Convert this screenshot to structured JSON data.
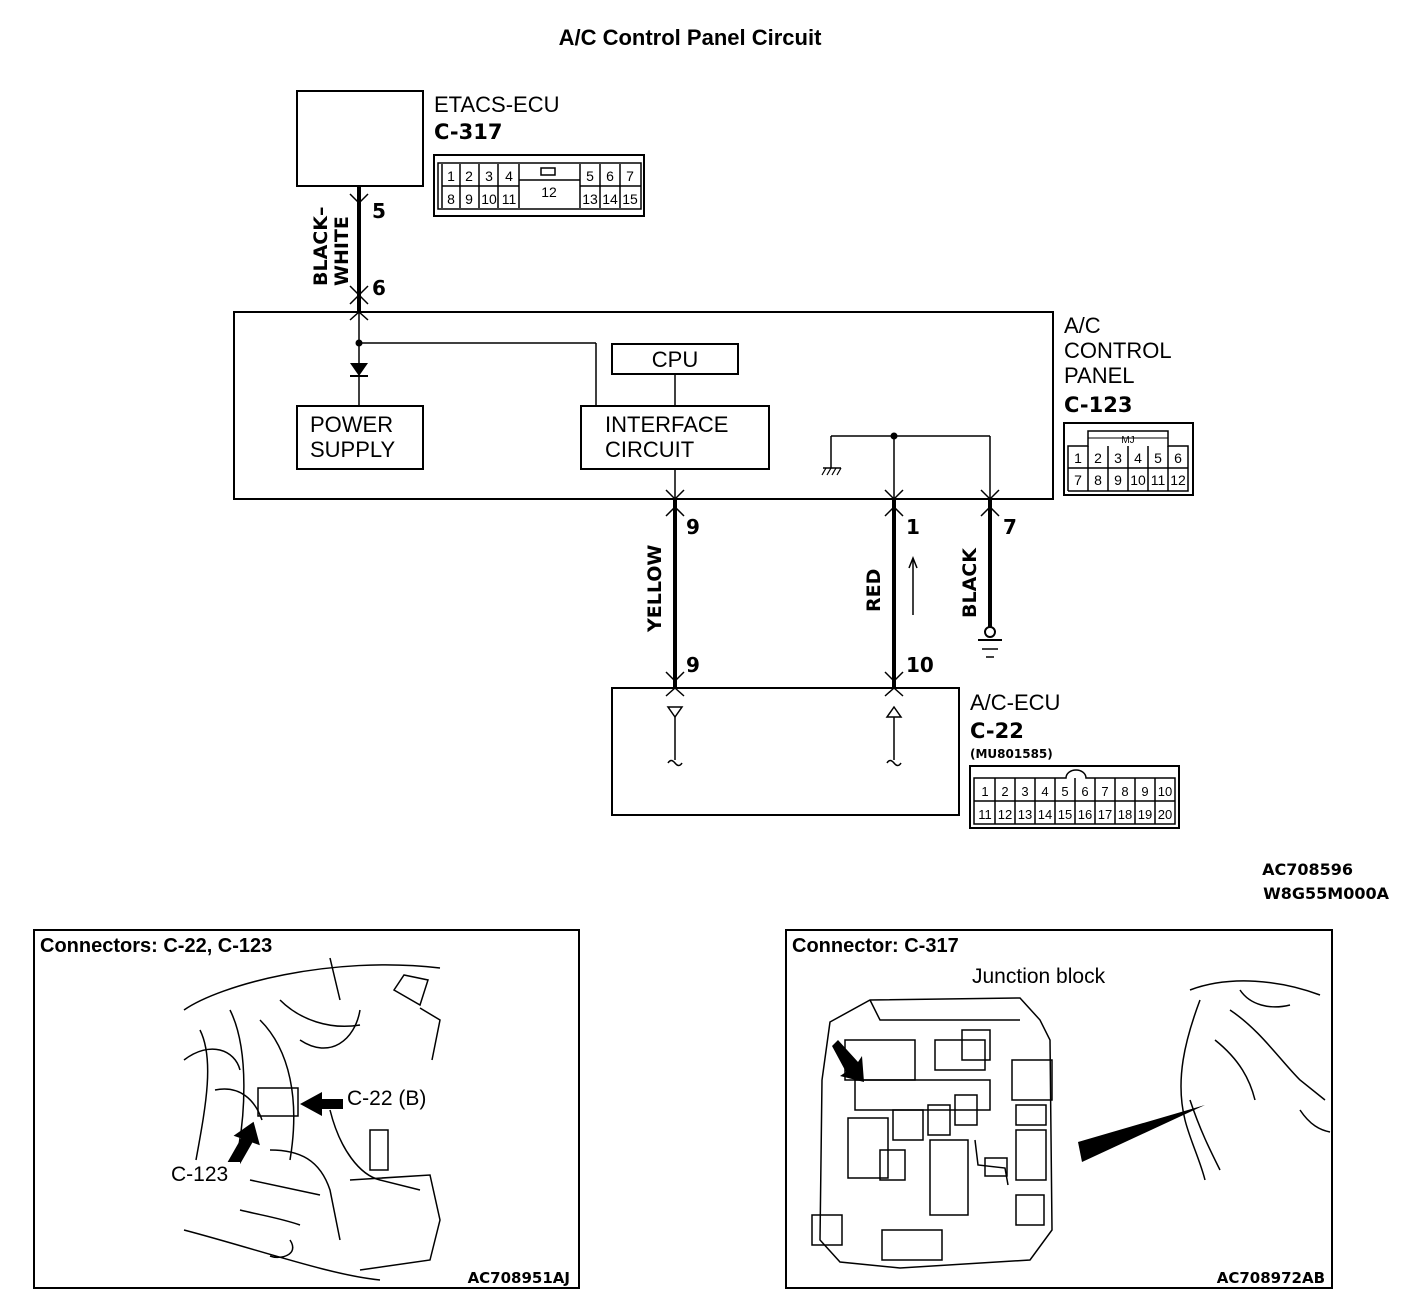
{
  "title": "A/C Control Panel Circuit",
  "etacs": {
    "name": "ETACS-ECU",
    "connector": "C-317",
    "pins_top": [
      "1",
      "2",
      "3",
      "4",
      "5",
      "6",
      "7"
    ],
    "pins_bottom": [
      "8",
      "9",
      "10",
      "11",
      "13",
      "14",
      "15"
    ],
    "pin_center": "12"
  },
  "acpanel": {
    "name_line1": "A/C",
    "name_line2": "CONTROL",
    "name_line3": "PANEL",
    "connector": "C-123",
    "lock_label": "MJ",
    "pins_top": [
      "1",
      "2",
      "3",
      "4",
      "5",
      "6"
    ],
    "pins_bottom": [
      "7",
      "8",
      "9",
      "10",
      "11",
      "12"
    ],
    "blocks": {
      "cpu": "CPU",
      "power_supply_1": "POWER",
      "power_supply_2": "SUPPLY",
      "interface_1": "INTERFACE",
      "interface_2": "CIRCUIT"
    }
  },
  "acecu": {
    "name": "A/C-ECU",
    "connector": "C-22",
    "part_no": "(MU801585)",
    "pins_top": [
      "1",
      "2",
      "3",
      "4",
      "5",
      "6",
      "7",
      "8",
      "9",
      "10"
    ],
    "pins_bottom": [
      "11",
      "12",
      "13",
      "14",
      "15",
      "16",
      "17",
      "18",
      "19",
      "20"
    ]
  },
  "wires": {
    "w1": {
      "color": "BLACK–\nWHITE",
      "color_line1": "BLACK–",
      "color_line2": "WHITE",
      "pin_top": "5",
      "pin_bottom": "6"
    },
    "w2": {
      "color": "YELLOW",
      "pin_top": "9",
      "pin_bottom": "9"
    },
    "w3": {
      "color": "RED",
      "pin_top": "1",
      "pin_bottom": "10"
    },
    "w4": {
      "color": "BLACK",
      "pin_top": "7"
    }
  },
  "figure_codes": {
    "code1": "AC708596",
    "code2": "W8G55M000A"
  },
  "panel_left": {
    "title": "Connectors: C-22, C-123",
    "label_c22": "C-22 (B)",
    "label_c123": "C-123",
    "code": "AC708951AJ"
  },
  "panel_right": {
    "title": "Connector: C-317",
    "subtitle": "Junction block",
    "code": "AC708972AB"
  }
}
